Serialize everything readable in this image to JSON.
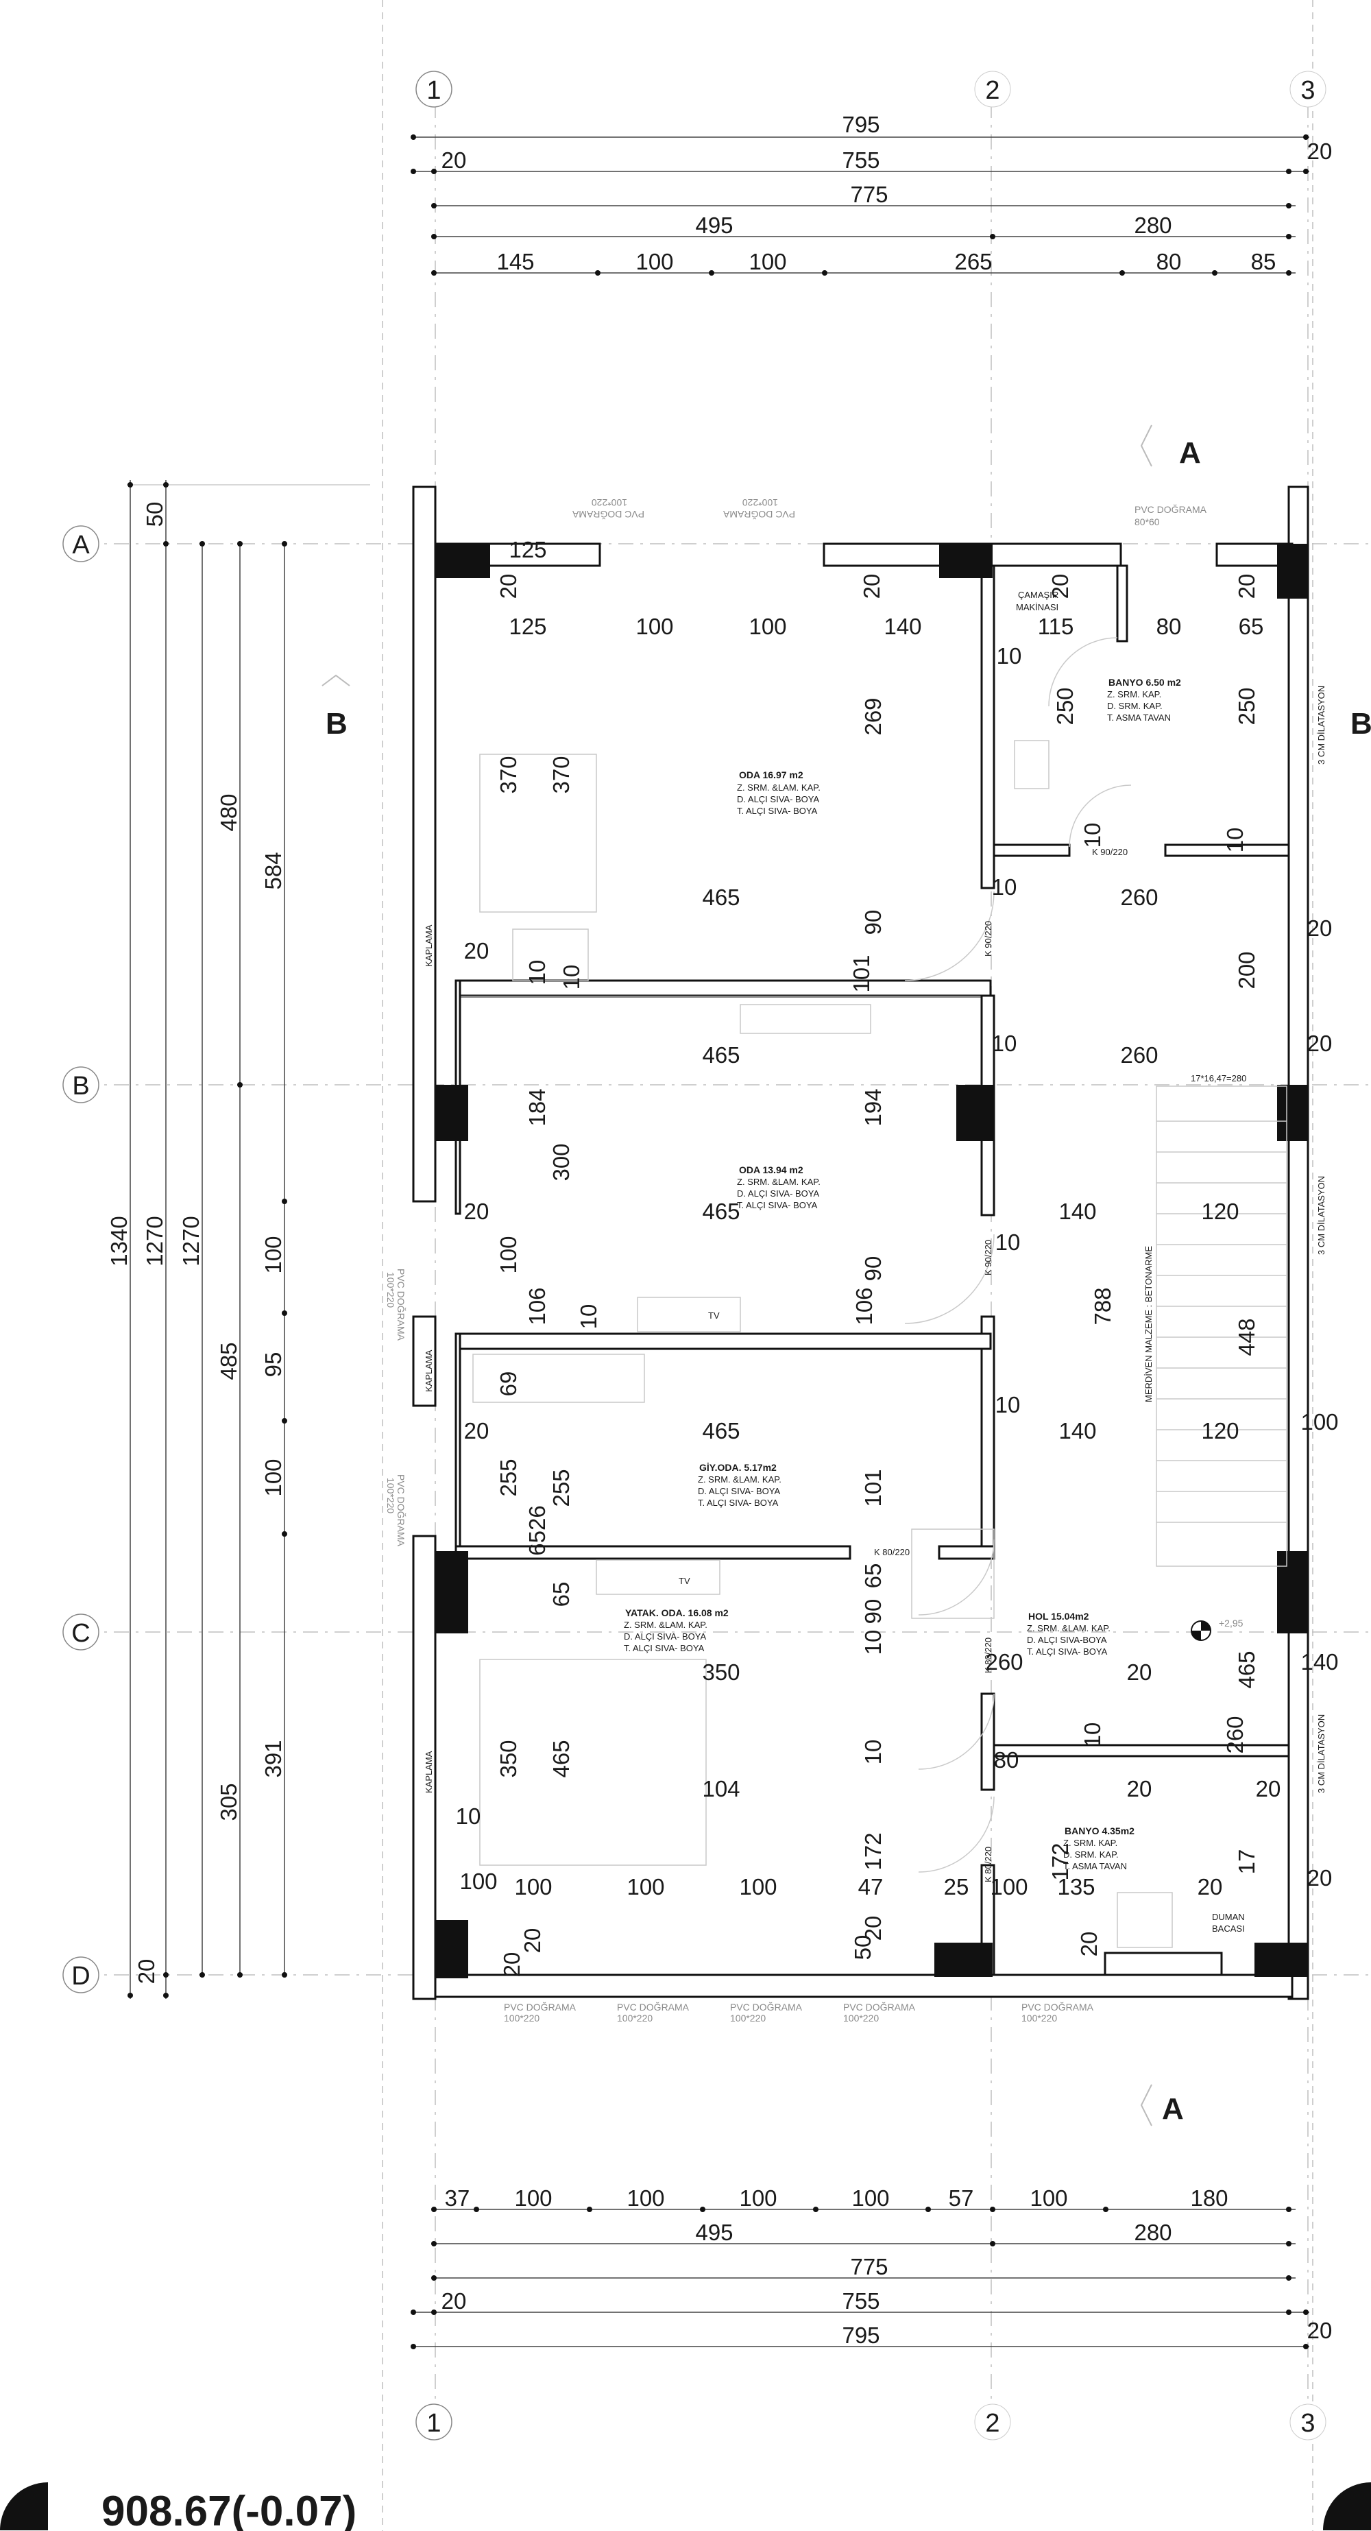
{
  "grid": {
    "columns": [
      "1",
      "2",
      "3"
    ],
    "rows": [
      "A",
      "B",
      "C",
      "D"
    ]
  },
  "section_marks": {
    "A": "A",
    "B": "B"
  },
  "top_dims": {
    "row1": [
      "795"
    ],
    "row2": [
      "20",
      "755",
      "20"
    ],
    "row3": [
      "775"
    ],
    "row4": [
      "495",
      "280"
    ],
    "row5": [
      "145",
      "100",
      "100",
      "265",
      "80",
      "85"
    ]
  },
  "bottom_dims": {
    "row1": [
      "37",
      "100",
      "100",
      "100",
      "100",
      "57",
      "100",
      "180"
    ],
    "row2": [
      "495",
      "280"
    ],
    "row3": [
      "775"
    ],
    "row4": [
      "20",
      "755",
      "20"
    ],
    "row5": [
      "795"
    ]
  },
  "left_dims": {
    "outer": [
      "1340"
    ],
    "mid1": [
      "1270"
    ],
    "mid2": [
      "1270"
    ],
    "segA": [
      "50",
      "480",
      "485",
      "305",
      "20"
    ],
    "segB": [
      "584",
      "100",
      "95",
      "100",
      "391"
    ]
  },
  "inner_dims": [
    "125",
    "20",
    "20",
    "20",
    "20",
    "125",
    "100",
    "100",
    "140",
    "115",
    "80",
    "65",
    "10",
    "269",
    "250",
    "250",
    "370",
    "370",
    "10",
    "10",
    "465",
    "10",
    "260",
    "200",
    "20",
    "20",
    "10",
    "10",
    "90",
    "101",
    "20",
    "10",
    "260",
    "465",
    "184",
    "194",
    "300",
    "20",
    "140",
    "120",
    "465",
    "10",
    "100",
    "90",
    "106",
    "10",
    "106",
    "788",
    "448",
    "69",
    "465",
    "10",
    "140",
    "120",
    "20",
    "100",
    "255",
    "255",
    "101",
    "6526",
    "65",
    "65",
    "90",
    "10",
    "260",
    "20",
    "140",
    "465",
    "350",
    "350",
    "465",
    "104",
    "10",
    "10",
    "260",
    "20",
    "20",
    "10",
    "80",
    "172",
    "172",
    "17",
    "100",
    "100",
    "100",
    "100",
    "47",
    "25",
    "100",
    "135",
    "20",
    "20",
    "20",
    "20",
    "50",
    "20",
    "20"
  ],
  "rooms": [
    {
      "name": "ODA 16.97 m2",
      "lines": [
        "Z. SRM. &LAM. KAP.",
        "D. ALÇI SIVA- BOYA",
        "T. ALÇI SIVA- BOYA"
      ]
    },
    {
      "name": "ODA 13.94 m2",
      "lines": [
        "Z. SRM. &LAM. KAP.",
        "D. ALÇI SIVA- BOYA",
        "T. ALÇI SIVA- BOYA"
      ]
    },
    {
      "name": "GİY.ODA. 5.17m2",
      "lines": [
        "Z. SRM. &LAM. KAP.",
        "D. ALÇI SIVA- BOYA",
        "T. ALÇI SIVA- BOYA"
      ]
    },
    {
      "name": "YATAK. ODA. 16.08 m2",
      "lines": [
        "Z. SRM. &LAM. KAP.",
        "D. ALÇI SIVA- BOYA",
        "T. ALÇI SIVA- BOYA"
      ]
    },
    {
      "name": "BANYO 6.50 m2",
      "lines": [
        "Z. SRM. KAP.",
        "D. SRM. KAP.",
        "T. ASMA TAVAN"
      ]
    },
    {
      "name": "HOL 15.04m2",
      "lines": [
        "Z. SRM. &LAM. KAP.",
        "D. ALÇI SIVA-BOYA",
        "T. ALÇI SIVA- BOYA"
      ]
    },
    {
      "name": "BANYO 4.35m2",
      "lines": [
        "Z. SRM. KAP.",
        "D. SRM. KAP.",
        "T. ASMA TAVAN"
      ]
    }
  ],
  "labels": {
    "camasir": "ÇAMAŞIR",
    "makinasi": "MAKİNASI",
    "pvc_window_top": "PVC DOĞRAMA",
    "pvc_size_top": "100*220",
    "pvc_window_small": "PVC DOĞRAMA",
    "pvc_size_small": "80*60",
    "stair_count": "17*16,47=280",
    "stair_note": "MERDİVEN MALZEME : BETONARME",
    "dilatasyon": "3 CM DİLATASYON",
    "kaplama": "KAPLAMA",
    "tv": "TV",
    "duman": "DUMAN",
    "bacasi": "BACASI",
    "elev": "+2,95",
    "door_k9022": "K 90/220",
    "door_k8022": "K 80/220",
    "pvc_bottom": "PVC DOĞRAMA",
    "pvc_bottom_size": "100*220"
  },
  "level": "908.67(-0.07)"
}
